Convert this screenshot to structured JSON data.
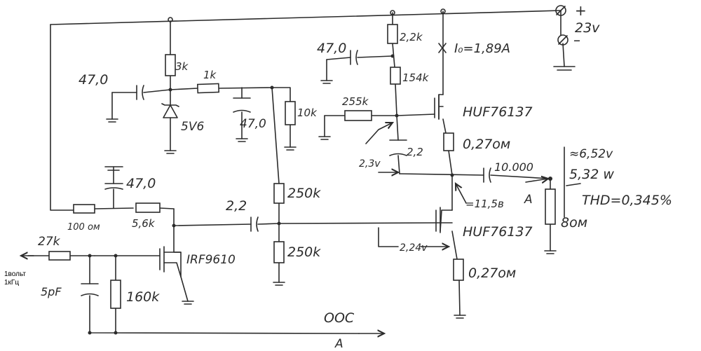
{
  "supply": {
    "plus": "+",
    "voltage": "23v",
    "minus": "–"
  },
  "labels": {
    "r_3k": "3k",
    "cap_470_left": "47,0",
    "r_1k": "1k",
    "cap_470_mid": "47,0",
    "zener": "5V6",
    "r_10k": "10k",
    "cap_470_top": "47,0",
    "r_2_2k": "2,2k",
    "r_154k": "154k",
    "r_255k": "255k",
    "v_2_3": "2,3v",
    "cap_2_2_gate": "2,2",
    "q_top": "HUF76137",
    "r_027_top": "0,27ом",
    "i0": "I₀=1,89A",
    "cap_out": "10.000",
    "v_11_5": "=11,5в",
    "q_bot": "HUF76137",
    "r_027_bot": "0,27ом",
    "v_2_24": "2,24v",
    "cap_470_lower": "47,0",
    "r_100": "100 ом",
    "r_5_6k": "5,6k",
    "cap_2_2": "2,2",
    "r_250k_top": "250k",
    "r_250k_bot": "250k",
    "r_27k": "27k",
    "cap_5pf": "5pF",
    "r_160k": "160k",
    "q_irf": "IRF9610",
    "ooc": "OOC",
    "point_a_bottom": "A",
    "point_a_out": "A",
    "out_v": "≈6,52v",
    "out_w": "5,32 w",
    "thd": "THD=0,345%",
    "load": "8ом"
  },
  "side_note": {
    "line1": "1вольт",
    "line2": "1кГц"
  }
}
